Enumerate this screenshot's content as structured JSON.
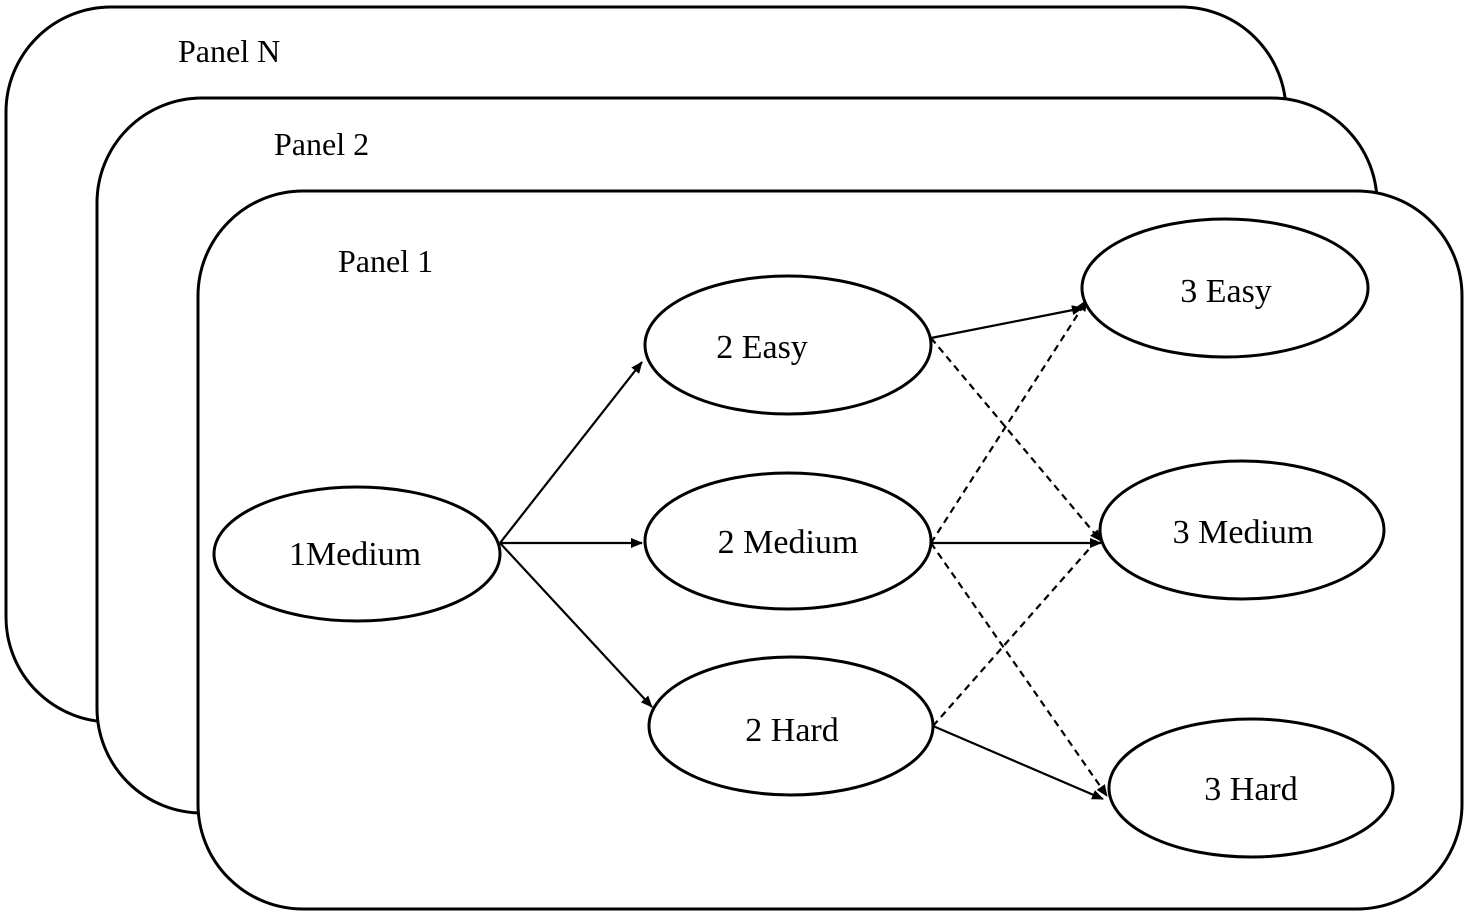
{
  "panels": {
    "panel_n": "Panel N",
    "panel_2": "Panel 2",
    "panel_1": "Panel 1"
  },
  "nodes": {
    "stage1_medium": "1Medium",
    "stage2_easy": "2 Easy",
    "stage2_medium": "2 Medium",
    "stage2_hard": "2 Hard",
    "stage3_easy": "3 Easy",
    "stage3_medium": "3 Medium",
    "stage3_hard": "3 Hard"
  },
  "edges": [
    {
      "from": "stage1_medium",
      "to": "stage2_easy",
      "style": "solid"
    },
    {
      "from": "stage1_medium",
      "to": "stage2_medium",
      "style": "solid"
    },
    {
      "from": "stage1_medium",
      "to": "stage2_hard",
      "style": "solid"
    },
    {
      "from": "stage2_easy",
      "to": "stage3_easy",
      "style": "solid"
    },
    {
      "from": "stage2_easy",
      "to": "stage3_medium",
      "style": "dashed"
    },
    {
      "from": "stage2_medium",
      "to": "stage3_easy",
      "style": "dashed"
    },
    {
      "from": "stage2_medium",
      "to": "stage3_medium",
      "style": "solid"
    },
    {
      "from": "stage2_medium",
      "to": "stage3_hard",
      "style": "dashed"
    },
    {
      "from": "stage2_hard",
      "to": "stage3_medium",
      "style": "dashed"
    },
    {
      "from": "stage2_hard",
      "to": "stage3_hard",
      "style": "solid"
    }
  ]
}
